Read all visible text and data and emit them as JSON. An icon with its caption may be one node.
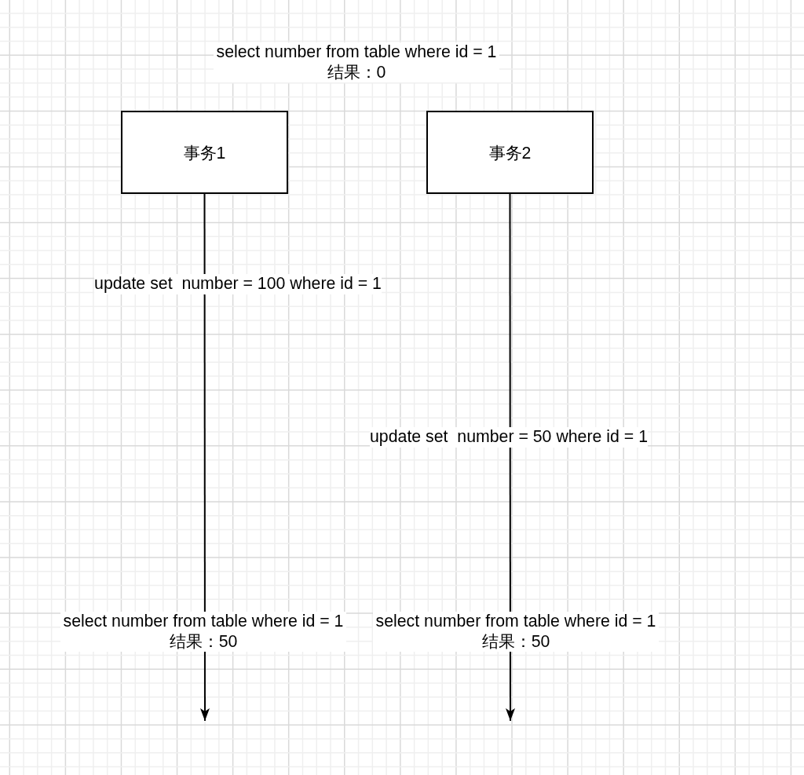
{
  "diagram": {
    "nodes": [
      {
        "text": [
          "事务1"
        ]
      },
      {
        "text": [
          "事务2"
        ]
      }
    ],
    "edges": [
      {
        "from": 0,
        "to": null,
        "arrow": "to"
      },
      {
        "from": 1,
        "to": null,
        "arrow": "to"
      }
    ],
    "labels": [
      "select number from table where id = 1 结果：0",
      "update set  number = 100 where id = 1",
      "update set  number = 50 where id = 1",
      "select number from table where id = 1 结果：50",
      "select number from table where id = 1 结果：50"
    ]
  }
}
